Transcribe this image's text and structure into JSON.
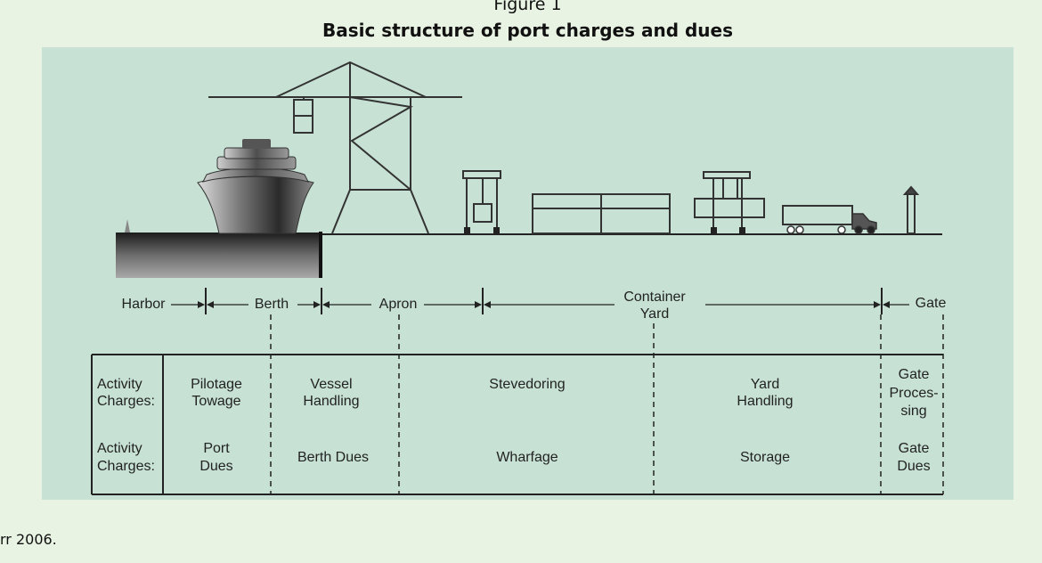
{
  "figure": {
    "label": "Figure 1",
    "title": "Basic structure of port charges and dues"
  },
  "zones": {
    "harbor": "Harbor",
    "berth": "Berth",
    "apron": "Apron",
    "container_yard": [
      "Container",
      "Yard"
    ],
    "gate": "Gate"
  },
  "table": {
    "activity_charges_label": [
      "Activity",
      "Charges:"
    ],
    "row1": {
      "harbor": [
        "Pilotage",
        "Towage"
      ],
      "berth": [
        "Vessel",
        "Handling"
      ],
      "apron": [
        "Stevedoring"
      ],
      "yard": [
        "Yard",
        "Handling"
      ],
      "gate": [
        "Gate",
        "Proces-",
        "sing"
      ]
    },
    "row2": {
      "harbor": [
        "Port",
        "Dues"
      ],
      "berth": [
        "Berth Dues"
      ],
      "apron": [
        "Wharfage"
      ],
      "yard": [
        "Storage"
      ],
      "gate": [
        "Gate",
        "Dues"
      ]
    }
  },
  "source": "rr 2006.",
  "colors": {
    "page_background": "#e8f3e3",
    "panel_background": "#c7e2d4",
    "line": "#222222"
  }
}
